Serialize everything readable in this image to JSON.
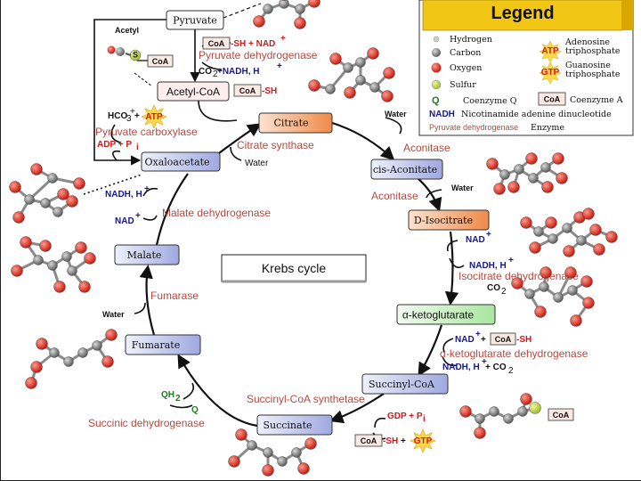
{
  "title": "Krebs cycle",
  "nodes": {
    "pyruvate": "Pyruvate",
    "acetyl_coa": "Acetyl-CoA",
    "citrate": "Citrate",
    "cis_aconitate": "cis-Aconitate",
    "d_isocitrate": "D-Isocitrate",
    "alpha_ketoglutarate": "α-ketoglutarate",
    "succinyl_coa": "Succinyl-CoA",
    "succinate": "Succinate",
    "fumarate": "Fumarate",
    "malate": "Malate",
    "oxaloacetate": "Oxaloacetate"
  },
  "enzymes": {
    "pyruvate_dehydrogenase": "Pyruvate dehydrogenase",
    "pyruvate_carboxylase": "Pyruvate carboxylase",
    "citrate_synthase": "Citrate synthase",
    "aconitase_1": "Aconitase",
    "aconitase_2": "Aconitase",
    "isocitrate_dehydrogenase": "Isocitrate dehydrogenase",
    "akg_dehydrogenase": "α-ketoglutarate dehydrogenase",
    "succinyl_coa_synthetase": "Succinyl-CoA synthetase",
    "succinic_dehydrogenase": "Succinic dehydrogenase",
    "fumarase": "Fumarase",
    "malate_dehydrogenase": "Malate dehydrogenase"
  },
  "cofactors": {
    "acetyl_tag": "Acetyl",
    "coa": "CoA",
    "sh": "-SH",
    "sh_plus_nad": "-SH + NAD",
    "co2_nadh": "CO",
    "co2_nadh_tail": "+NADH, H",
    "plus_sup": "+",
    "hco3": "HCO",
    "hco3_tail": "+",
    "atp": "ATP",
    "adp_pi": "ADP + P",
    "sub_i": "i",
    "water": "Water",
    "nad": "NAD",
    "nadh_h": "NADH, H",
    "co2": "CO",
    "sub_2": "2",
    "sub_3": "3",
    "nadh_h_co2": "NADH, H",
    "plus_co2": "+ CO",
    "gdp_pi": "GDP + P",
    "gtp": "GTP",
    "plus": "+",
    "qh2": "QH",
    "q": "Q",
    "nad_plus": "NAD",
    "s": "S"
  },
  "legend": {
    "title": "Legend",
    "hydrogen": "Hydrogen",
    "carbon": "Carbon",
    "oxygen": "Oxygen",
    "sulfur": "Sulfur",
    "coq_symbol": "Q",
    "coq": "Coenzyme Q",
    "nadh_symbol": "NADH",
    "nadh": "Nicotinamide adenine dinucleotide",
    "enzyme_example": "Pyruvate dehydrogenase",
    "enzyme": "Enzyme",
    "atp_symbol": "ATP",
    "atp_line1": "Adenosine",
    "atp_line2": "triphosphate",
    "gtp_symbol": "GTP",
    "gtp_line1": "Guanosine",
    "gtp_line2": "triphosphate",
    "coa_symbol": "CoA",
    "coa": "Coenzyme A"
  }
}
